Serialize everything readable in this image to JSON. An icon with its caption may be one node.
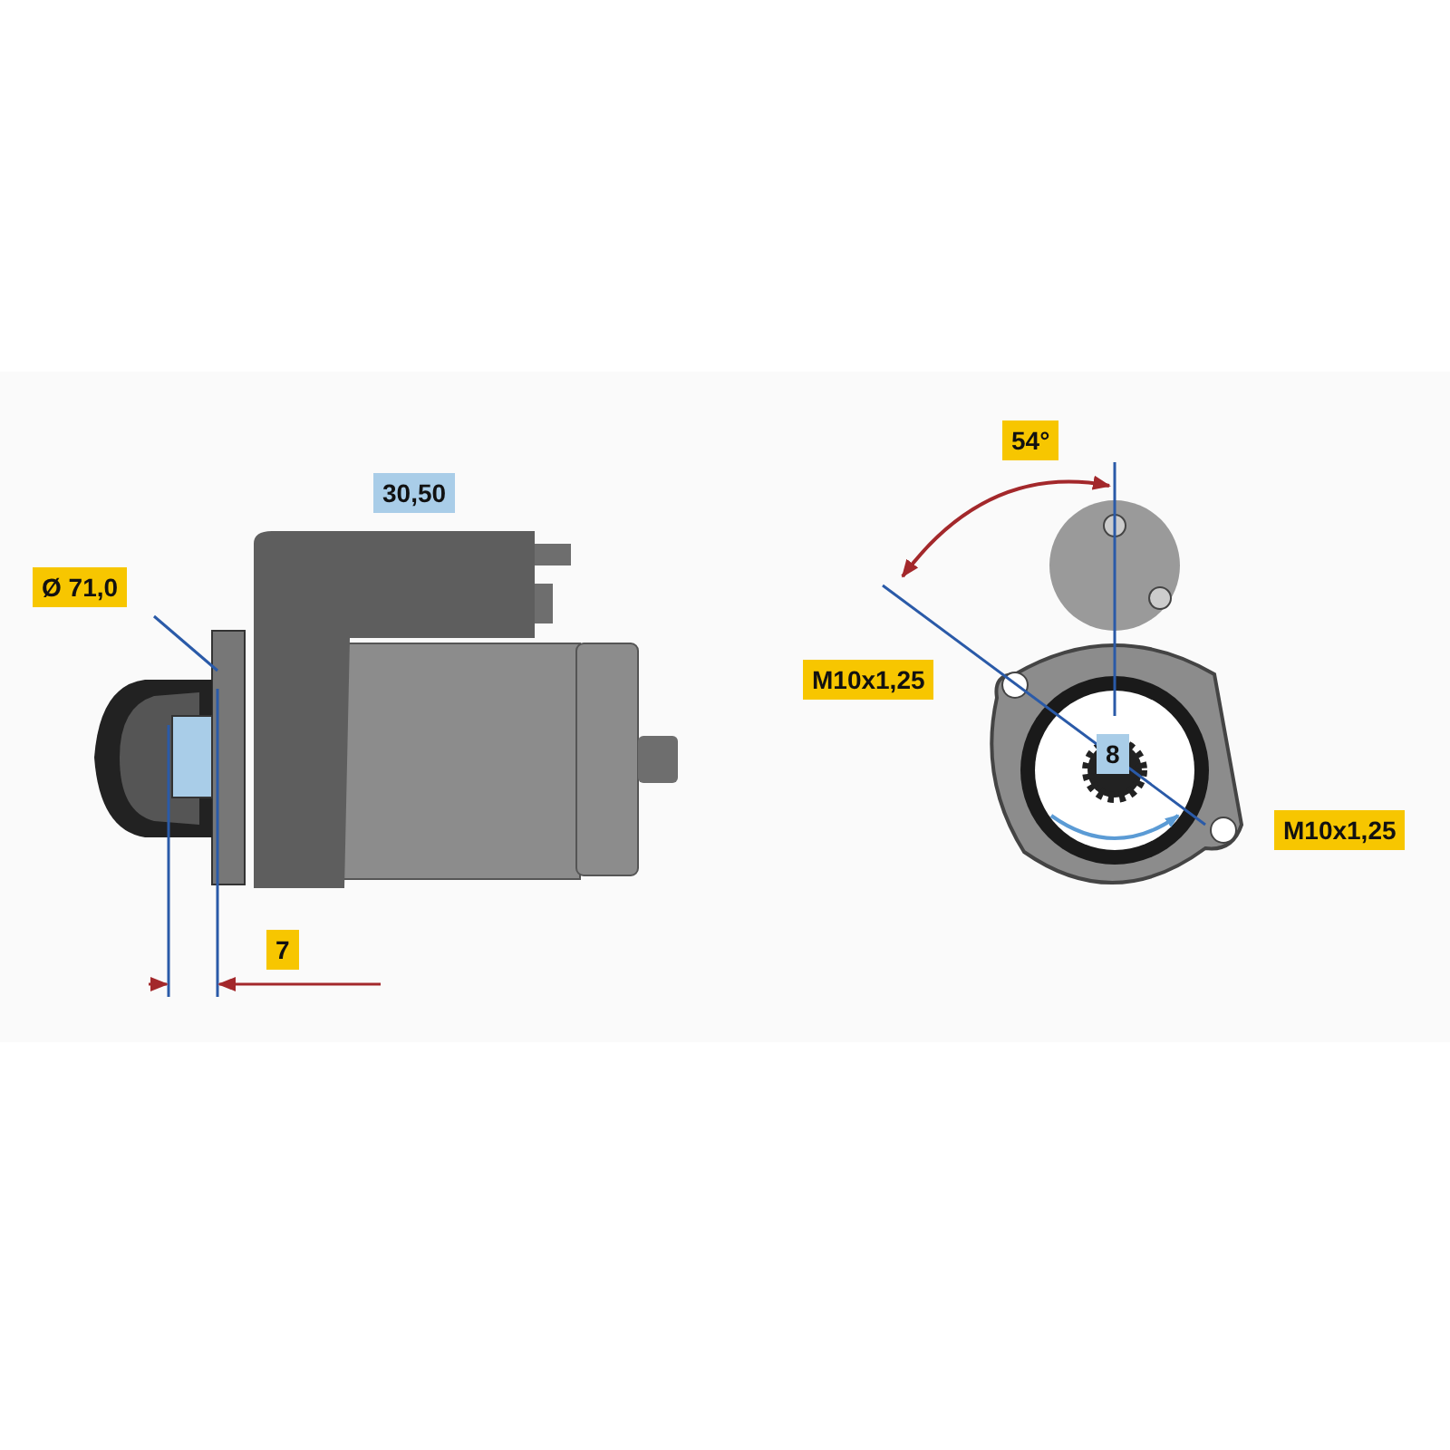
{
  "diagram": {
    "labels": [
      "54°",
      "30,50",
      "Ø 71,0",
      "M10x1,25",
      "8",
      "M10x1,25",
      "7"
    ]
  }
}
